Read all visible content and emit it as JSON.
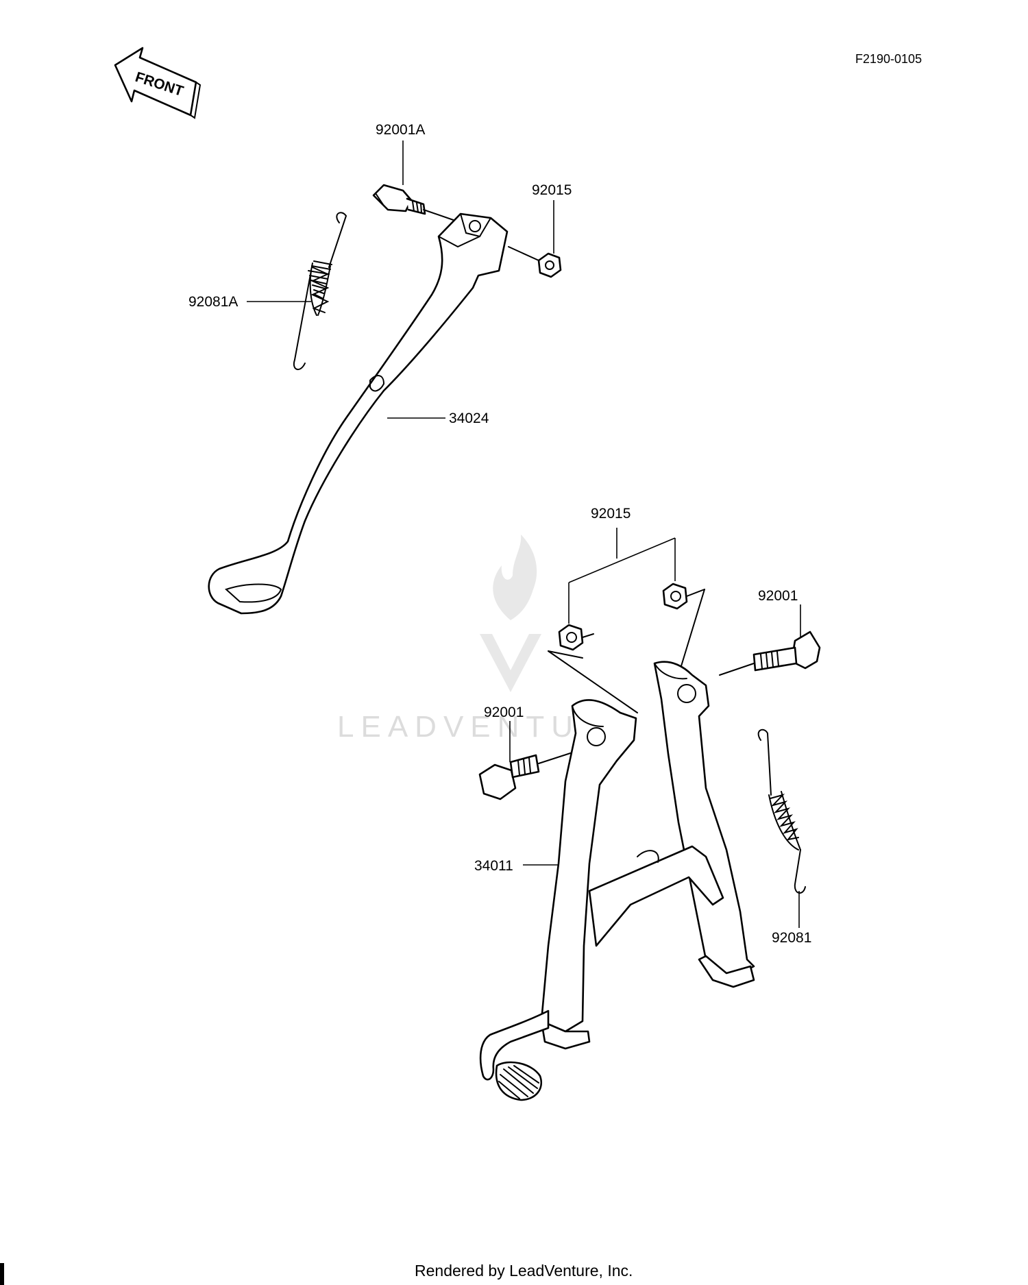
{
  "diagram_id": "F2190-0105",
  "front_label": "FRONT",
  "watermark": "LEADVENTURE",
  "footer": "Rendered by LeadVenture, Inc.",
  "side_stand": {
    "bolt": "92001A",
    "nut": "92015",
    "spring": "92081A",
    "stand": "34024"
  },
  "center_stand": {
    "nuts": "92015",
    "bolt_right": "92001",
    "bolt_left": "92001",
    "stand": "34011",
    "spring": "92081"
  }
}
